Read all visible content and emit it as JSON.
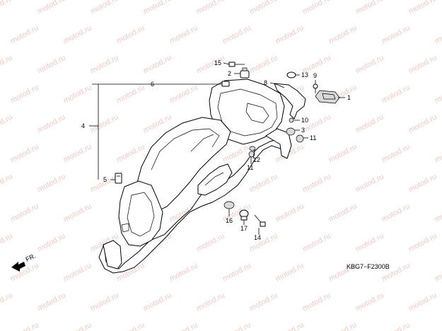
{
  "watermark": "motod.ru",
  "diagram_code": "KBG7−F2300B",
  "front_marker": "FR.",
  "callouts": [
    "1",
    "2",
    "3",
    "4",
    "5",
    "6",
    "8",
    "9",
    "10",
    "11",
    "11",
    "12",
    "13",
    "14",
    "15",
    "16",
    "17"
  ]
}
